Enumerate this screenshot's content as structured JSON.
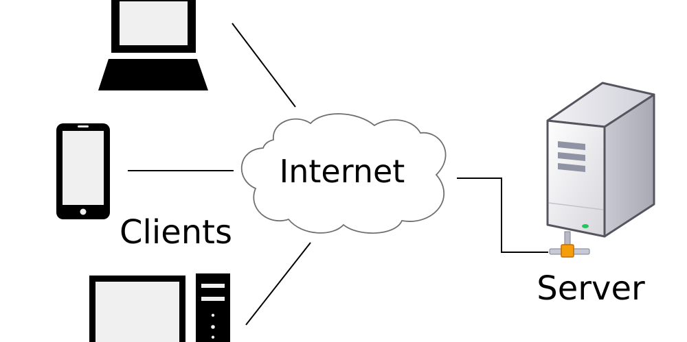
{
  "diagram": {
    "cloud_label": "Internet",
    "clients_label": "Clients",
    "server_label": "Server"
  },
  "icons": {
    "laptop": "laptop-icon",
    "phone": "smartphone-icon",
    "desktop": "desktop-computer-icon",
    "cloud": "cloud-icon",
    "server": "server-tower-icon"
  },
  "colors": {
    "line": "#000000",
    "cloud_stroke": "#6f6f6f",
    "screen": "#f0f0f0",
    "device": "#111111",
    "server_body": "#d9d9df",
    "server_led": "#22c55e",
    "connector": "#f59e0b"
  }
}
